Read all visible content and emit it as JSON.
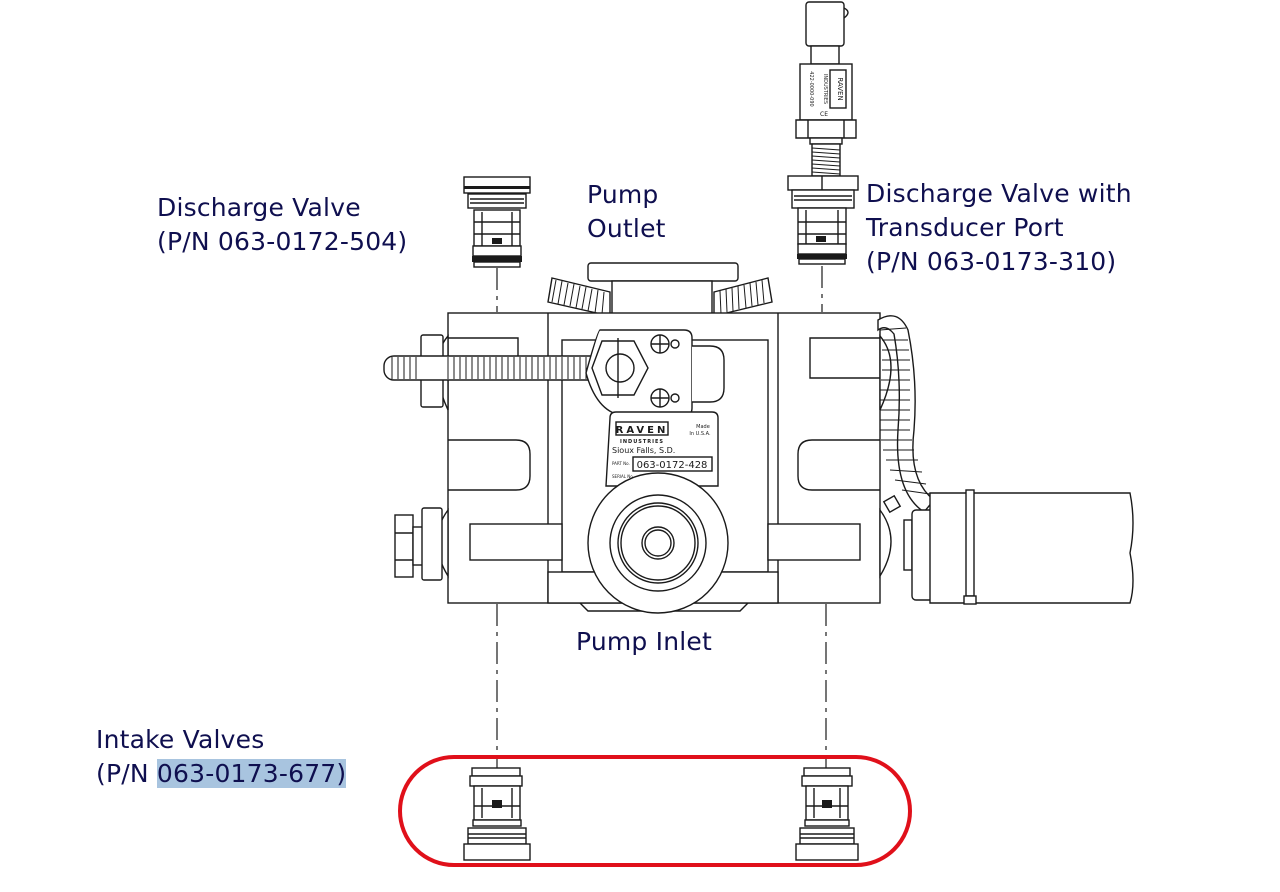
{
  "diagram": {
    "labels": {
      "discharge_valve": {
        "line1": "Discharge Valve",
        "line2": "(P/N 063-0172-504)"
      },
      "pump_outlet": {
        "line1": "Pump",
        "line2": "Outlet"
      },
      "discharge_valve_transducer": {
        "line1": "Discharge Valve with",
        "line2": "Transducer Port",
        "line3": "(P/N 063-0173-310)"
      },
      "pump_inlet": {
        "line1": "Pump Inlet"
      },
      "intake_valves": {
        "line1": "Intake Valves",
        "line2_prefix": "(P/N ",
        "line2_part": "063-0173-677",
        "line2_suffix": ")"
      }
    },
    "nameplate": {
      "brand": "RAVEN",
      "sub": "INDUSTRIES",
      "city": "Sioux Falls, S.D.",
      "made": "Made",
      "made2": "In U.S.A.",
      "part_label": "PART No.",
      "serial_label": "SERIAL No.",
      "part_number": "063-0172-428"
    },
    "transducer": {
      "brand": "RAVEN",
      "sub": "INDUSTRIES",
      "code": "422-0000-090",
      "mark": "CE"
    },
    "colors": {
      "label_text": "#0f0f4f",
      "highlight": "#a8c4df",
      "callout_outline": "#e0101a",
      "line_art": "#1a1a1a"
    }
  }
}
